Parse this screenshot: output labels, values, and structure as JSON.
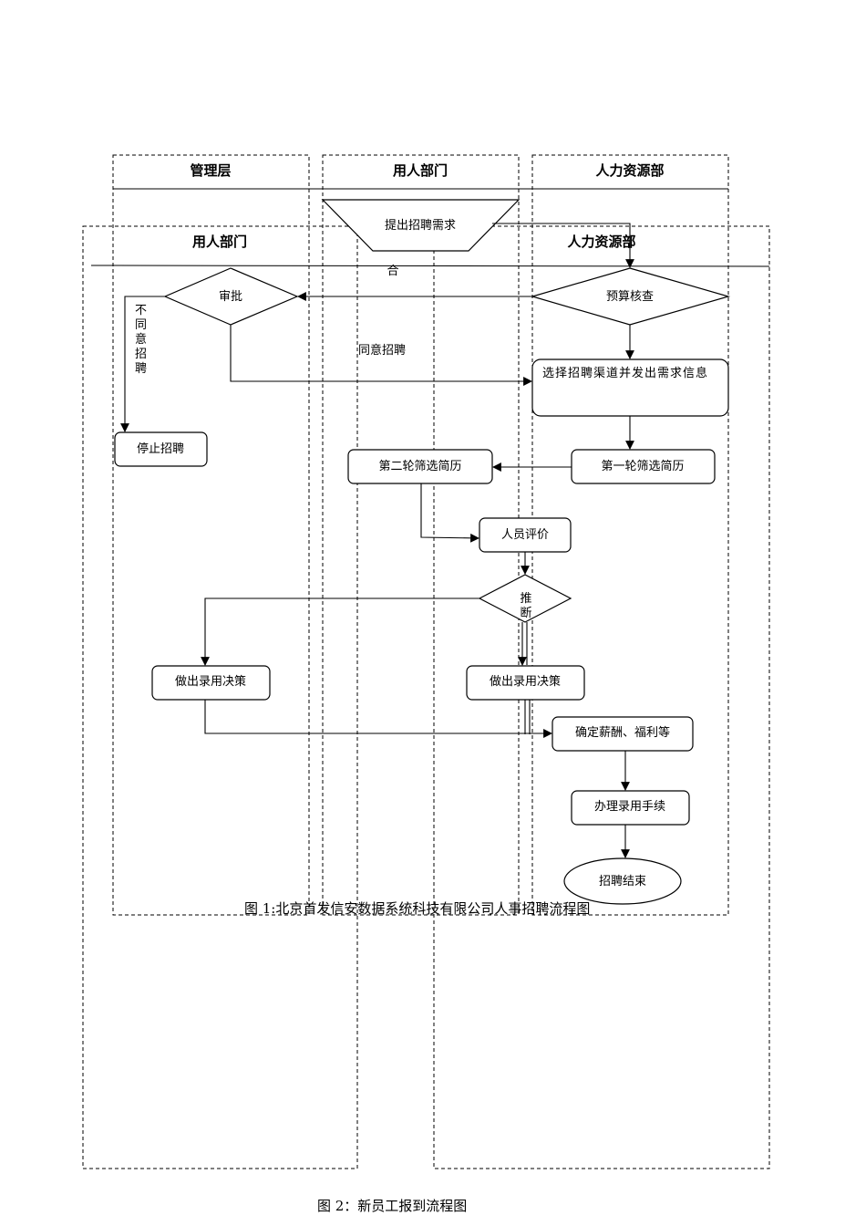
{
  "diagram1": {
    "lanes": [
      "管理层",
      "用人部门",
      "人力资源部"
    ],
    "nodes": {
      "request": "提出招聘需求",
      "budget": "预算核查",
      "approve": "审批",
      "stop": "停止招聘",
      "channel": "选择招聘渠道并发出需求信息",
      "first_screen": "第一轮筛选简历",
      "second_screen": "第二轮筛选简历",
      "evaluate": "人员评价",
      "recommend": "推断",
      "decision_mgmt": "做出录用决策",
      "decision_dept": "做出录用决策",
      "salary": "确定薪酬、福利等",
      "procedure": "办理录用手续",
      "end": "招聘结束"
    },
    "edge_labels": {
      "disagree": "不同意招聘",
      "agree": "同意招聘",
      "fragment": "合"
    },
    "caption": "图 1:北京首发信安数据系统科技有限公司人事招聘流程图"
  },
  "diagram2": {
    "lanes": [
      "用人部门",
      "人力资源部"
    ],
    "caption": "图 2：新员工报到流程图"
  },
  "colors": {
    "line": "#000000",
    "background": "#ffffff"
  }
}
